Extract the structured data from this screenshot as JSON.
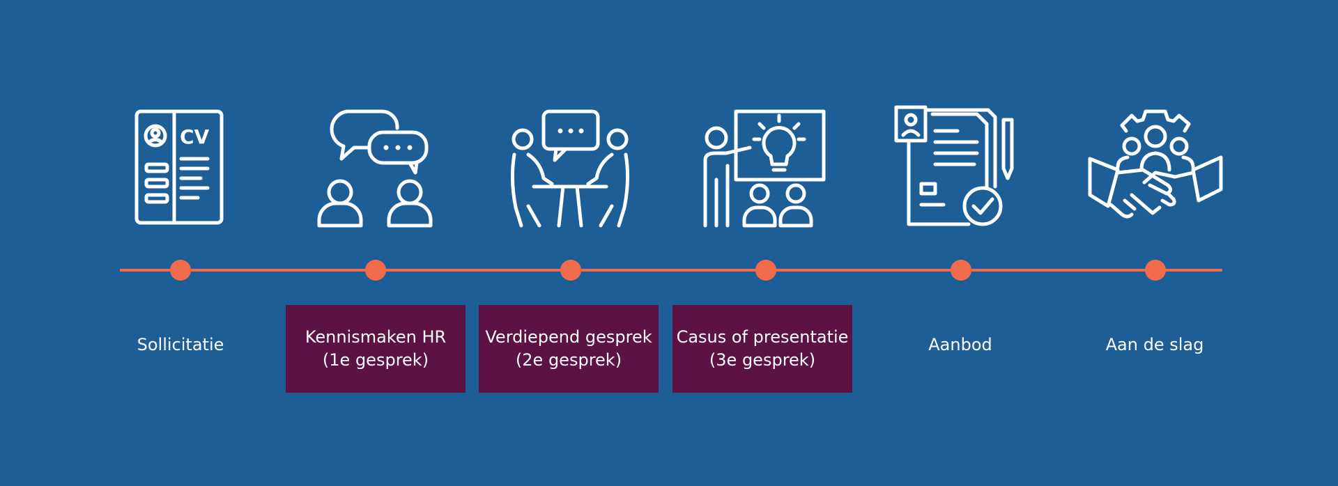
{
  "colors": {
    "background": "#1e5e96",
    "timeline": "#f26b4a",
    "highlight_box": "#5c1244",
    "text": "#ffffff"
  },
  "steps": [
    {
      "icon": "cv-document-icon",
      "icon_text": "CV",
      "line1": "Sollicitatie",
      "line2": "",
      "highlighted": false
    },
    {
      "icon": "conversation-icon",
      "line1": "Kennismaken HR",
      "line2": "(1e gesprek)",
      "highlighted": true
    },
    {
      "icon": "meeting-table-icon",
      "line1": "Verdiepend gesprek",
      "line2": "(2e gesprek)",
      "highlighted": true
    },
    {
      "icon": "presentation-icon",
      "line1": "Casus of presentatie",
      "line2": "(3e gesprek)",
      "highlighted": true
    },
    {
      "icon": "contract-approved-icon",
      "line1": "Aanbod",
      "line2": "",
      "highlighted": false
    },
    {
      "icon": "handshake-team-icon",
      "line1": "Aan de slag",
      "line2": "",
      "highlighted": false
    }
  ]
}
